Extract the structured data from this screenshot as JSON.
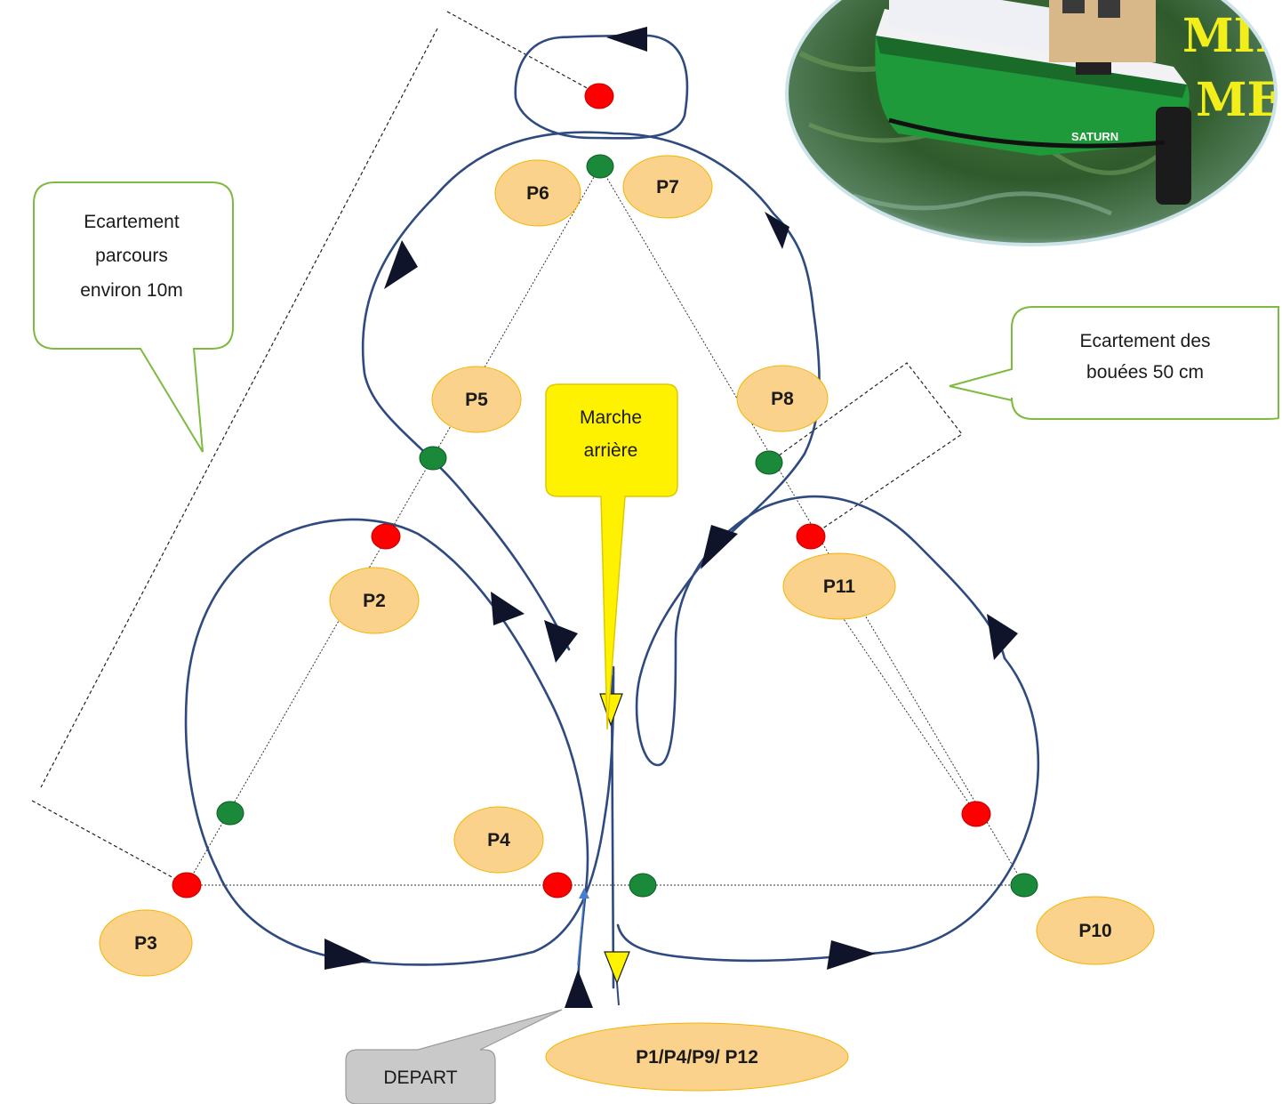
{
  "positions": {
    "p6": "P6",
    "p7": "P7",
    "p5": "P5",
    "p8": "P8",
    "p2": "P2",
    "p11": "P11",
    "p4": "P4",
    "p3": "P3",
    "p10": "P10",
    "p_start": "P1/P4/P9/ P12"
  },
  "callouts": {
    "spacing_course_line1": "Ecartement",
    "spacing_course_line2": "parcours",
    "spacing_course_line3": "environ 10m",
    "spacing_buoys_line1": "Ecartement des",
    "spacing_buoys_line2": "bouées 50 cm",
    "reverse_line1": "Marche",
    "reverse_line2": "arrière",
    "start": "DEPART"
  },
  "logo": {
    "text_line1": "MINI",
    "text_line2": "MED",
    "boat_name": "SATURN"
  },
  "colors": {
    "route": "#2e4a80",
    "red_buoy": "#ff0000",
    "green_buoy": "#1a8a3a",
    "position_fill": "#fbd28c",
    "position_stroke": "#f4b400",
    "callout_green": "#7dba3f",
    "reverse_yellow": "#fff200",
    "start_grey": "#c9c9c9"
  }
}
